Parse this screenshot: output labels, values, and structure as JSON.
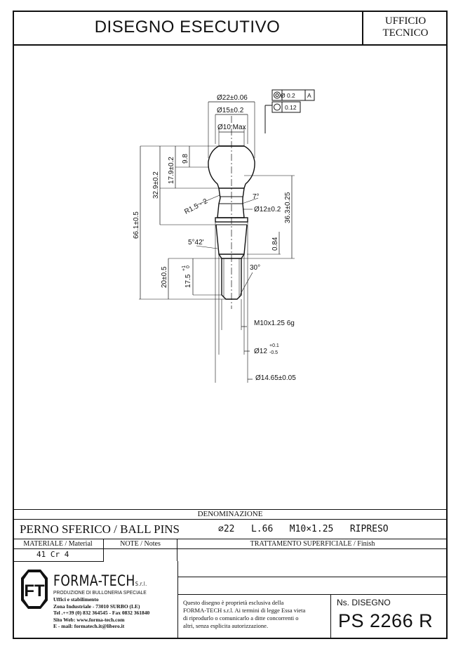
{
  "header": {
    "title": "DISEGNO ESECUTIVO",
    "office_line1": "UFFICIO",
    "office_line2": "TECNICO"
  },
  "drawing": {
    "tolerance_frame_1": {
      "symbol": "concentricity",
      "value": "Ø 0.2",
      "datum": "A"
    },
    "tolerance_frame_2": {
      "symbol": "roundness",
      "value": "0.12"
    },
    "dims": {
      "d_ball": "Ø22±0.06",
      "d_neck": "Ø15±0.2",
      "d_flat": "Ø10 Max",
      "h_flat": "9.8",
      "h_center": "17.9±0.2",
      "h_taper": "32.9±0.2",
      "total": "66.1±0.5",
      "radius": "R1.5 - 2",
      "angle_top": "7°",
      "d_collar": "Ø12±0.2",
      "h_right": "36.3±0.25",
      "angle_taper": "5°42'",
      "h_step": "0.84",
      "angle_chamfer": "30°",
      "thread_len": "20±0.5",
      "useful_thread": "17.5",
      "useful_tol_plus": "+1",
      "useful_tol_minus": "0",
      "thread": "M10x1.25   6g",
      "d_base": "Ø12",
      "d_base_tol_plus": "+0.1",
      "d_base_tol_minus": "-0.5",
      "d_max": "Ø14.65±0.05"
    }
  },
  "titleblock": {
    "denominazione_label": "DENOMINAZIONE",
    "part_name": "PERNO SFERICO / BALL PINS",
    "part_spec": "⌀22   L.66   M10×1.25   RIPRESO",
    "materiale_label": "MATERIALE / Material",
    "note_label": "NOTE / Notes",
    "trattamento_label": "TRATTAMENTO SUPERFICIALE / Finish",
    "material_value": "41 Cr 4",
    "company": {
      "logo_letters": "FT",
      "name": "FORMA-TECH",
      "suffix": "S.r.l.",
      "tagline": "PRODUZIONE DI BULLONERIA SPECIALE",
      "line1": "Uffici e stabilimento",
      "line2": "Zona Industriale - 73010 SURBO (LE)",
      "line3": "Tel .++39 (0) 832 364545 - Fax 0832 361840",
      "line4": "Sito Web:  www.forma-tech.com",
      "line5": "E - mail:  formatech.it@libero.it"
    },
    "notice_line1": "Questo disegno è proprietà esclusiva della",
    "notice_line2": "FORMA-TECH s.r.l. Ai termini di legge Essa vieta",
    "notice_line3": "di riprodurlo o comunicarlo a ditte concorrenti o",
    "notice_line4": "altri, senza esplicita autorizzazione.",
    "drawing_no_label": "Ns. DISEGNO",
    "drawing_no": "PS 2266 R"
  }
}
